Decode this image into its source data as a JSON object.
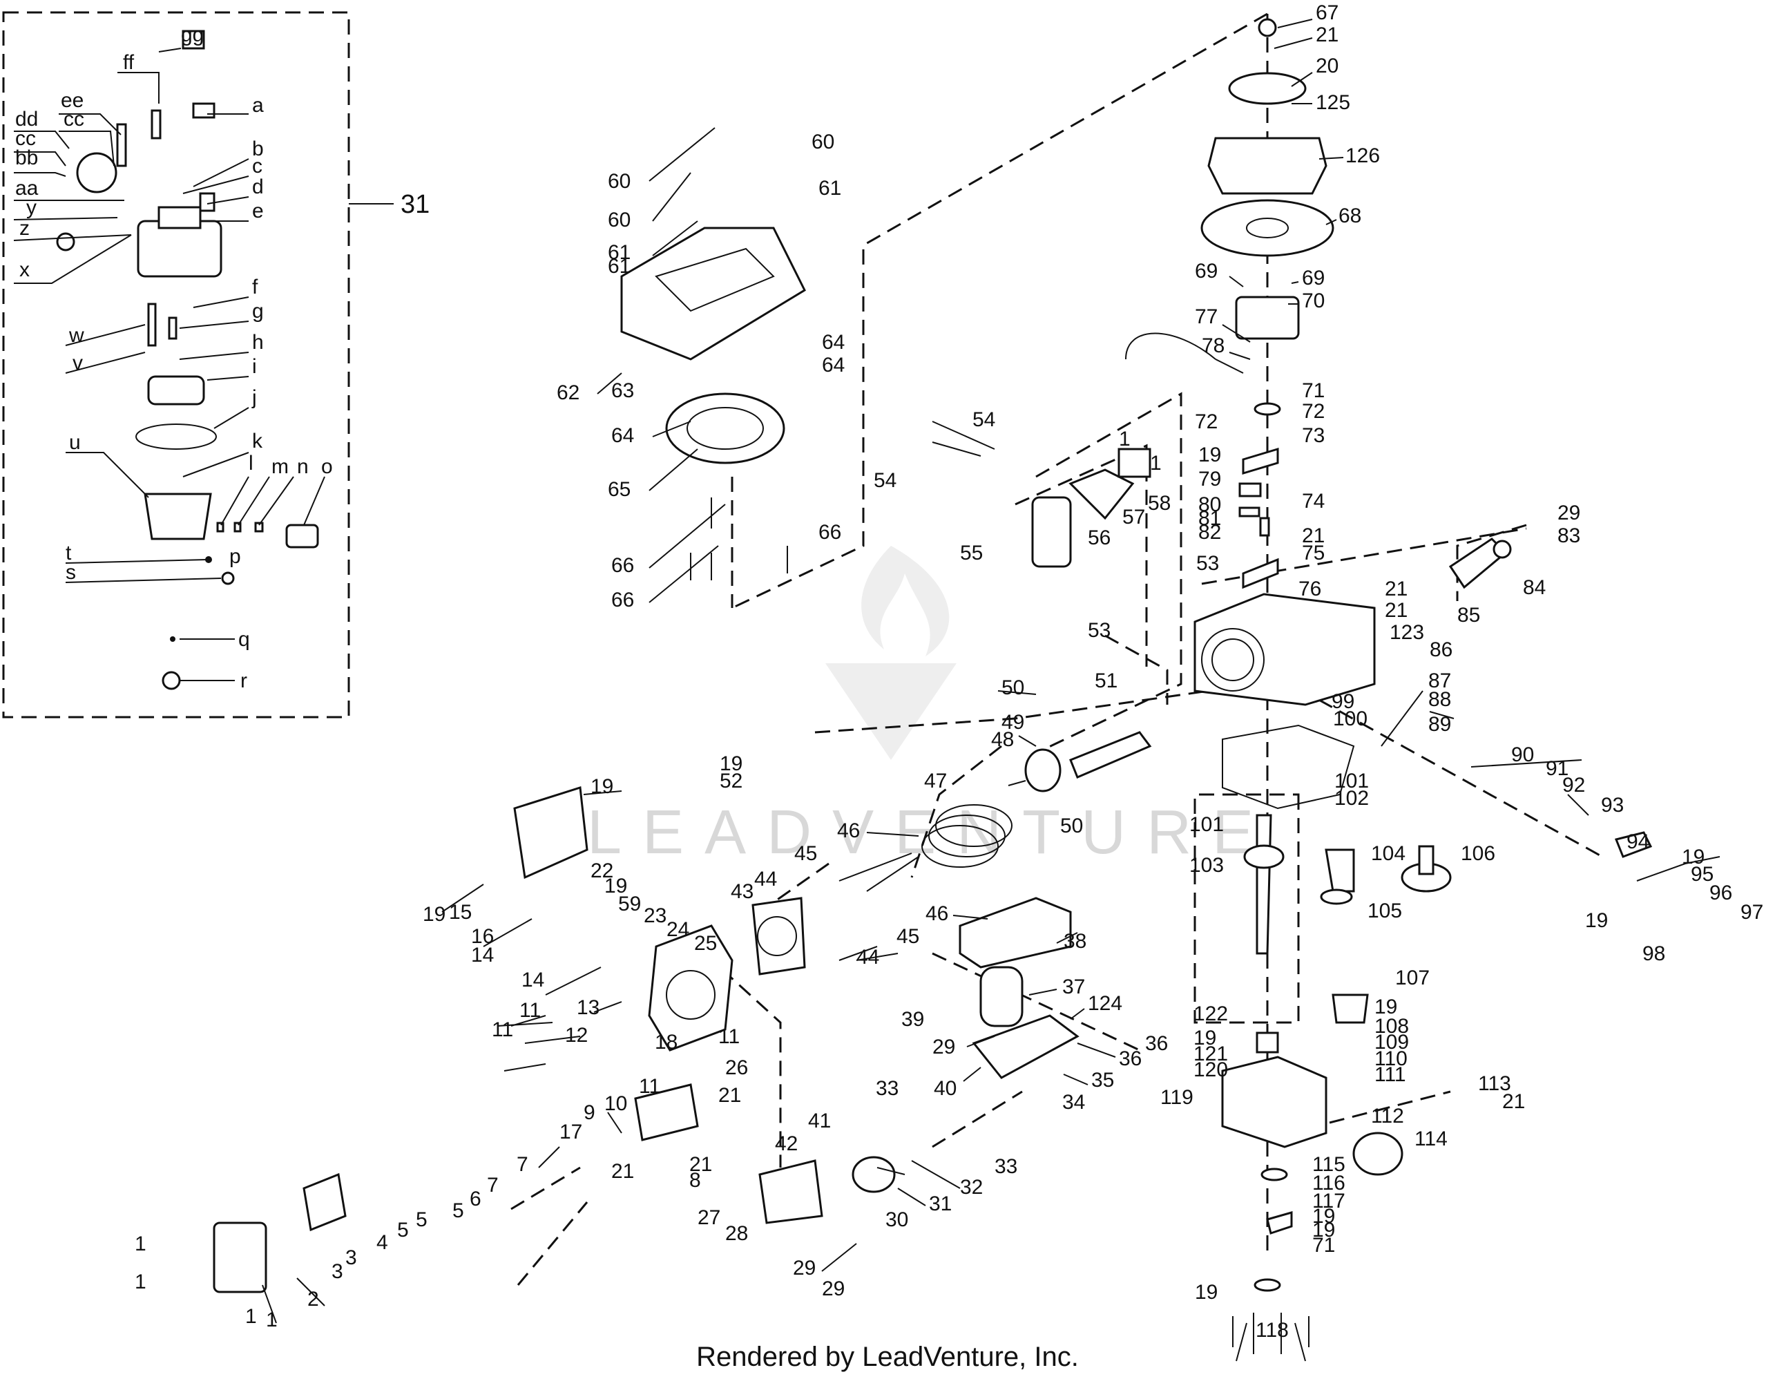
{
  "diagram": {
    "footer": "Rendered by LeadVenture, Inc.",
    "watermark": "LEADVENTURE",
    "carb_inset_callout": "31",
    "carb_letters": [
      "gg",
      "ff",
      "ee",
      "dd",
      "cc",
      "cc",
      "bb",
      "aa",
      "y",
      "z",
      "x",
      "a",
      "b",
      "c",
      "d",
      "e",
      "f",
      "g",
      "w",
      "v",
      "h",
      "i",
      "j",
      "u",
      "k",
      "l",
      "m",
      "n",
      "o",
      "p",
      "t",
      "s",
      "q",
      "r"
    ],
    "callouts": [
      "67",
      "21",
      "20",
      "125",
      "126",
      "68",
      "69",
      "69",
      "70",
      "77",
      "78",
      "71",
      "72",
      "72",
      "73",
      "19",
      "79",
      "80",
      "81",
      "82",
      "74",
      "21",
      "75",
      "29",
      "83",
      "84",
      "85",
      "76",
      "21",
      "21",
      "123",
      "86",
      "87",
      "88",
      "89",
      "90",
      "91",
      "92",
      "93",
      "94",
      "19",
      "95",
      "96",
      "97",
      "98",
      "19",
      "100",
      "99",
      "101",
      "102",
      "101",
      "103",
      "104",
      "105",
      "106",
      "107",
      "19",
      "108",
      "109",
      "110",
      "111",
      "122",
      "19",
      "121",
      "120",
      "119",
      "112",
      "113",
      "21",
      "114",
      "115",
      "116",
      "117",
      "19",
      "19",
      "71",
      "19",
      "118",
      "60",
      "60",
      "60",
      "61",
      "61",
      "61",
      "62",
      "63",
      "64",
      "64",
      "64",
      "65",
      "66",
      "66",
      "66",
      "54",
      "54",
      "55",
      "56",
      "57",
      "58",
      "1",
      "1",
      "53",
      "53",
      "50",
      "49",
      "48",
      "51",
      "50",
      "47",
      "46",
      "46",
      "45",
      "45",
      "44",
      "44",
      "43",
      "38",
      "37",
      "39",
      "29",
      "124",
      "36",
      "36",
      "40",
      "35",
      "34",
      "33",
      "33",
      "32",
      "31",
      "30",
      "41",
      "42",
      "29",
      "29",
      "28",
      "27",
      "19",
      "52",
      "22",
      "19",
      "59",
      "23",
      "24",
      "25",
      "19",
      "16",
      "19",
      "15",
      "14",
      "14",
      "13",
      "12",
      "11",
      "11",
      "11",
      "11",
      "10",
      "9",
      "17",
      "18",
      "26",
      "21",
      "21",
      "21",
      "8",
      "7",
      "7",
      "6",
      "5",
      "5",
      "5",
      "4",
      "3",
      "3",
      "2",
      "1",
      "1",
      "1",
      "1"
    ]
  }
}
